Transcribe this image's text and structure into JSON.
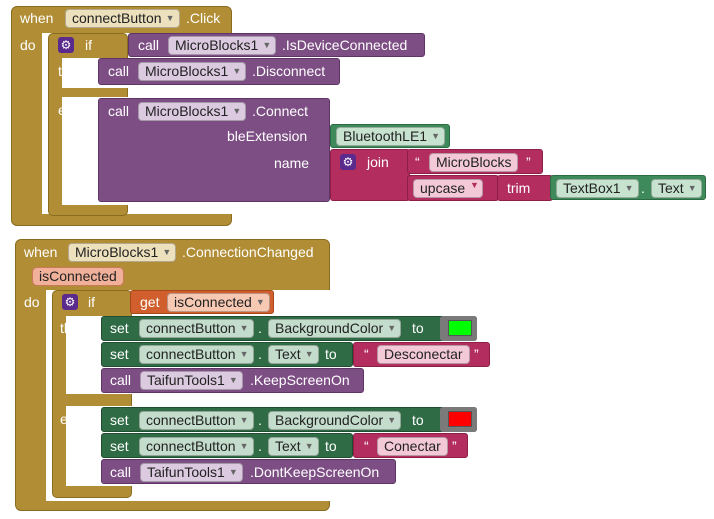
{
  "kw": {
    "when": "when",
    "do": "do",
    "if": "if",
    "then": "then",
    "else": "else",
    "call": "call",
    "set": "set",
    "to": "to",
    "get": "get",
    "join": "join",
    "trim": "trim",
    "dot": ".",
    "lquote": "“",
    "rquote": "”"
  },
  "event1": {
    "component": "connectButton",
    "event": ".Click",
    "cond_component": "MicroBlocks1",
    "cond_method": ".IsDeviceConnected",
    "then_component": "MicroBlocks1",
    "then_method": ".Disconnect",
    "else_component": "MicroBlocks1",
    "else_method": ".Connect",
    "arg1_name": "bleExtension",
    "arg1_value": "BluetoothLE1",
    "arg2_name": "name",
    "join_text": "MicroBlocks",
    "upcase": "upcase",
    "textbox": "TextBox1",
    "textbox_prop": "Text"
  },
  "event2": {
    "component": "MicroBlocks1",
    "event": ".ConnectionChanged",
    "param": "isConnected",
    "get_var": "isConnected",
    "then": {
      "set1_component": "connectButton",
      "set1_prop": "BackgroundColor",
      "set1_color": "#00ff00",
      "set2_component": "connectButton",
      "set2_prop": "Text",
      "set2_text": "Desconectar",
      "call_component": "TaifunTools1",
      "call_method": ".KeepScreenOn"
    },
    "else": {
      "set1_component": "connectButton",
      "set1_prop": "BackgroundColor",
      "set1_color": "#ff0000",
      "set2_component": "connectButton",
      "set2_prop": "Text",
      "set2_text": "Conectar",
      "call_component": "TaifunTools1",
      "call_method": ".DontKeepScreenOn"
    }
  }
}
